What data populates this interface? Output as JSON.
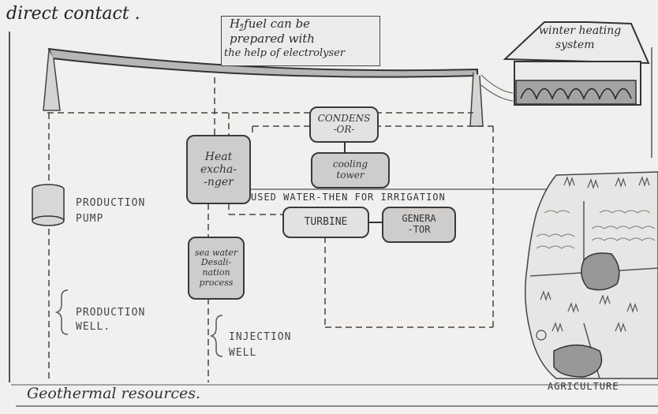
{
  "title": "direct contact .",
  "note_box": {
    "line1": "H-fuel can be",
    "line2": "prepared with",
    "line3": "the help of electrolyser",
    "subscript": "2"
  },
  "house_label": {
    "line1": "winter heating",
    "line2": "system"
  },
  "condenser": "CONDENS\n-OR-",
  "cooling_tower": "cooling\ntower",
  "heat_exchanger": "Heat\nexcha-\n-nger",
  "used_water": "USED WATER-THEN FOR IRRIGATION",
  "turbine": "TURBINE",
  "generator": "GENERA\n-TOR",
  "production_pump": "PRODUCTION\nPUMP",
  "desalination": "sea water\nDesali-\nnation\nprocess",
  "production_well": "PRODUCTION\nWELL.",
  "injection_well": "INJECTION\nWELL",
  "geothermal": "Geothermal resources.",
  "agriculture": "AGRICULTURE"
}
